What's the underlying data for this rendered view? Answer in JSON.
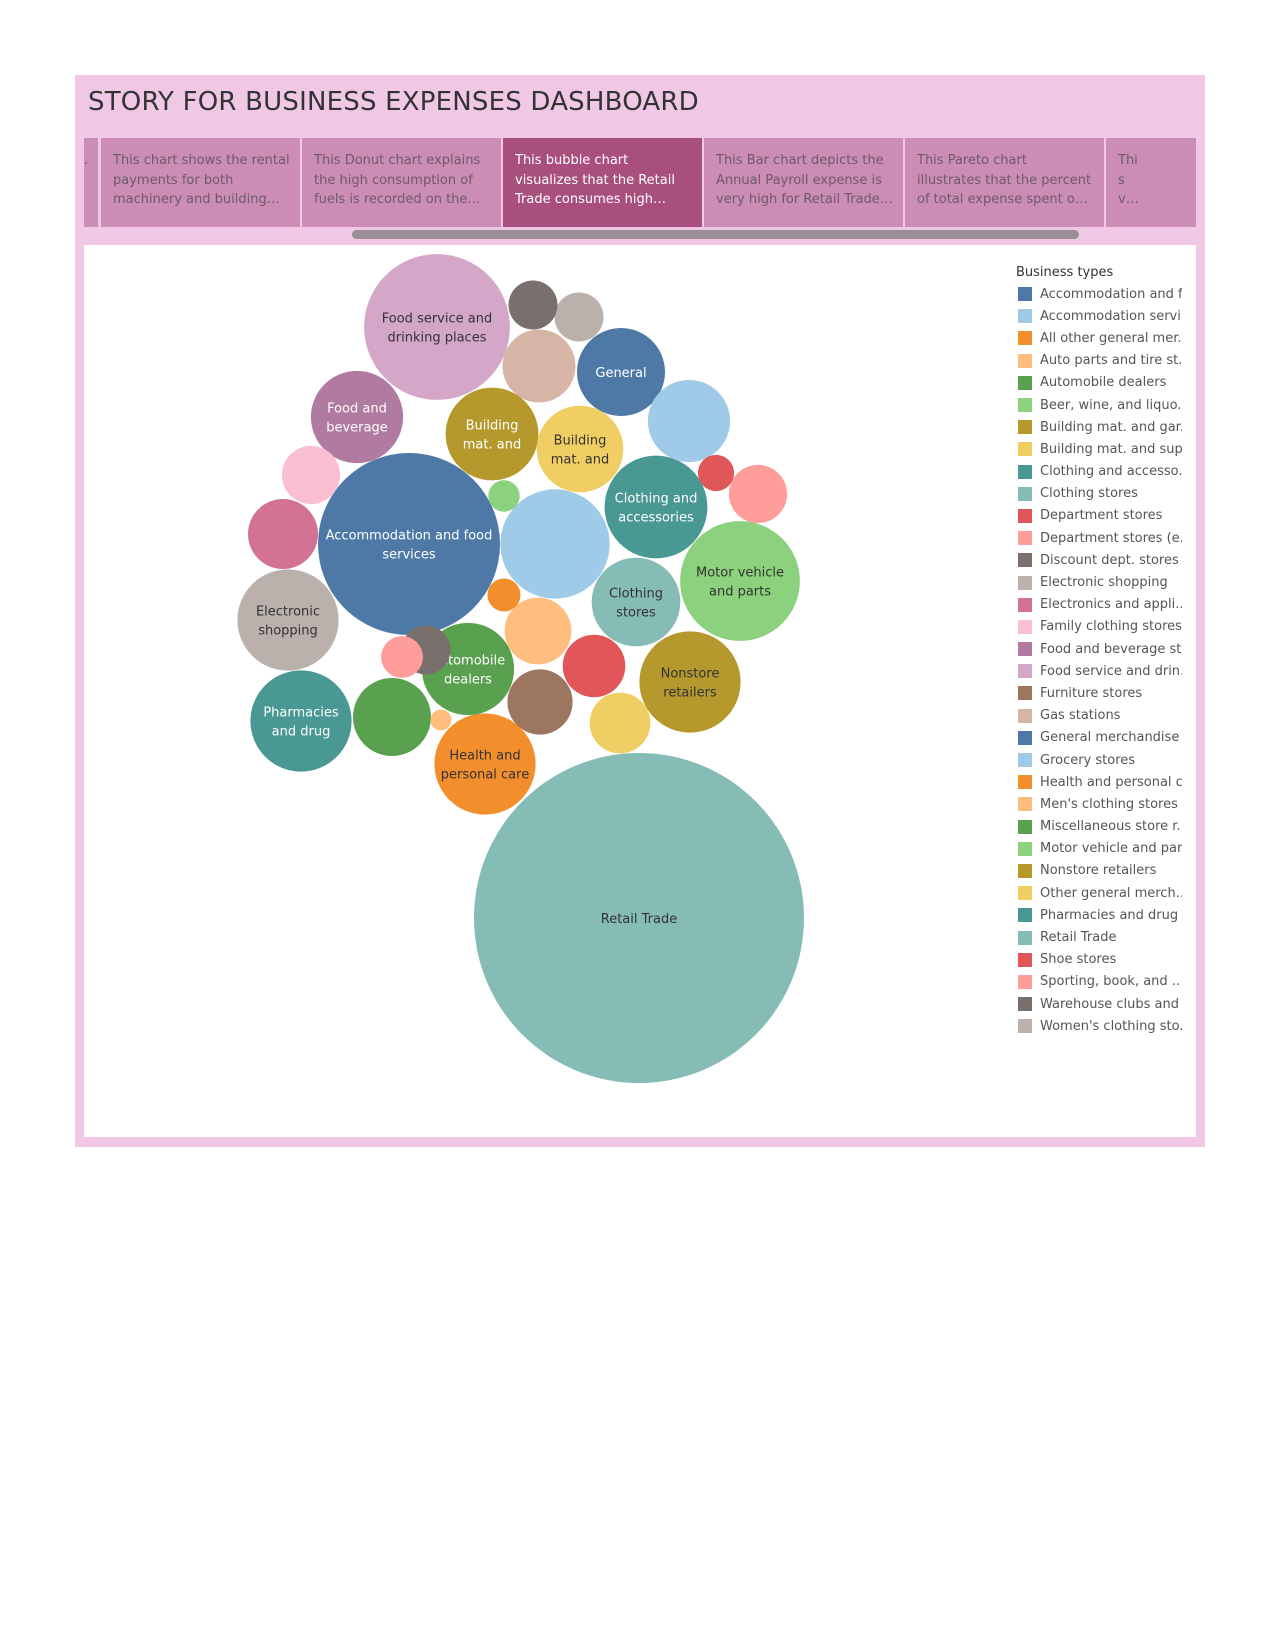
{
  "story": {
    "title": "STORY FOR BUSINESS EXPENSES DASHBOARD",
    "nav_points": [
      {
        "text": "..",
        "active": false
      },
      {
        "text": "This chart shows the rental payments for both machinery and building offices are high ..",
        "active": false
      },
      {
        "text": "This Donut chart explains the high consumption of fuels is recorded on the Accomodati..",
        "active": false
      },
      {
        "text": "This bubble chart visualizes that the Retail Trade consumes high amount for A..",
        "active": true
      },
      {
        "text": "This Bar chart depicts the Annual Payroll expense is very high for Retail Trade as ..",
        "active": false
      },
      {
        "text": "This Pareto chart illustrates that the percent of total expense spent on Taxes and ..",
        "active": false
      },
      {
        "text": "Thi s vi su..",
        "active": false
      }
    ]
  },
  "legend": {
    "title": "Business types",
    "items": [
      {
        "label": "Accommodation and f..",
        "color": "#4e79a7"
      },
      {
        "label": "Accommodation servi..",
        "color": "#a0cbe8"
      },
      {
        "label": "All other general mer..",
        "color": "#f28e2b"
      },
      {
        "label": "Auto parts and tire st..",
        "color": "#ffbe7d"
      },
      {
        "label": "Automobile dealers",
        "color": "#59a14f"
      },
      {
        "label": "Beer, wine, and liquo..",
        "color": "#8cd17d"
      },
      {
        "label": "Building mat. and gar..",
        "color": "#b6992d"
      },
      {
        "label": "Building mat. and sup..",
        "color": "#f1ce63"
      },
      {
        "label": "Clothing and accesso..",
        "color": "#499894"
      },
      {
        "label": "Clothing stores",
        "color": "#86bcb6"
      },
      {
        "label": "Department stores",
        "color": "#e15759"
      },
      {
        "label": "Department stores (e..",
        "color": "#ff9d9a"
      },
      {
        "label": "Discount dept. stores",
        "color": "#79706e"
      },
      {
        "label": "Electronic shopping",
        "color": "#bab0ac"
      },
      {
        "label": "Electronics and appli..",
        "color": "#d37295"
      },
      {
        "label": "Family clothing stores",
        "color": "#fabfd2"
      },
      {
        "label": "Food and beverage st..",
        "color": "#b07aa1"
      },
      {
        "label": "Food service and drin..",
        "color": "#d4a6c8"
      },
      {
        "label": "Furniture stores",
        "color": "#9d7660"
      },
      {
        "label": "Gas stations",
        "color": "#d7b5a6"
      },
      {
        "label": "General merchandise ..",
        "color": "#4e79a7"
      },
      {
        "label": "Grocery stores",
        "color": "#a0cbe8"
      },
      {
        "label": "Health and personal c..",
        "color": "#f28e2b"
      },
      {
        "label": "Men's clothing stores",
        "color": "#ffbe7d"
      },
      {
        "label": "Miscellaneous store r..",
        "color": "#59a14f"
      },
      {
        "label": "Motor vehicle and par..",
        "color": "#8cd17d"
      },
      {
        "label": "Nonstore retailers",
        "color": "#b6992d"
      },
      {
        "label": "Other general merch..",
        "color": "#f1ce63"
      },
      {
        "label": "Pharmacies and drug ..",
        "color": "#499894"
      },
      {
        "label": "Retail Trade",
        "color": "#86bcb6"
      },
      {
        "label": "Shoe stores",
        "color": "#e15759"
      },
      {
        "label": "Sporting, book, and ..",
        "color": "#ff9d9a"
      },
      {
        "label": "Warehouse clubs and ..",
        "color": "#79706e"
      },
      {
        "label": "Women's clothing sto..",
        "color": "#bab0ac"
      }
    ]
  },
  "chart_data": {
    "type": "bubble",
    "legend_placement": "right",
    "size_measure": "relative bubble area",
    "bubbles": [
      {
        "category": "Retail Trade",
        "label_lines": [
          "Retail Trade"
        ],
        "color": "#86bcb6",
        "label_color": "#333333",
        "value": 100
      },
      {
        "category": "Accommodation and food services",
        "label_lines": [
          "Accommodation and food",
          "services"
        ],
        "color": "#4e79a7",
        "label_color": "#ffffff",
        "value": 30.4
      },
      {
        "category": "Food service and drinking places",
        "label_lines": [
          "Food service and",
          "drinking places"
        ],
        "color": "#d4a6c8",
        "label_color": "#333333",
        "value": 19.5
      },
      {
        "category": "Motor vehicle and parts",
        "label_lines": [
          "Motor vehicle",
          "and parts"
        ],
        "color": "#8cd17d",
        "label_color": "#333333",
        "value": 13.2
      },
      {
        "category": "Grocery stores",
        "label_lines": [],
        "color": "#a0cbe8",
        "label_color": "#333333",
        "value": 11.0
      },
      {
        "category": "Clothing and accessories",
        "label_lines": [
          "Clothing and",
          "accessories"
        ],
        "color": "#499894",
        "label_color": "#ffffff",
        "value": 9.7
      },
      {
        "category": "Nonstore retailers",
        "label_lines": [
          "Nonstore",
          "retailers"
        ],
        "color": "#b6992d",
        "label_color": "#333333",
        "value": 9.4
      },
      {
        "category": "Electronic shopping",
        "label_lines": [
          "Electronic",
          "shopping"
        ],
        "color": "#bab0ac",
        "label_color": "#333333",
        "value": 9.4
      },
      {
        "category": "Health and personal care",
        "label_lines": [
          "Health and",
          "personal care"
        ],
        "color": "#f28e2b",
        "label_color": "#333333",
        "value": 9.4
      },
      {
        "category": "Pharmacies and drug stores",
        "label_lines": [
          "Pharmacies",
          "and drug"
        ],
        "color": "#499894",
        "label_color": "#ffffff",
        "value": 9.4
      },
      {
        "category": "Building mat. and garden",
        "label_lines": [
          "Building",
          "mat. and"
        ],
        "color": "#b6992d",
        "label_color": "#ffffff",
        "value": 7.9
      },
      {
        "category": "Clothing stores",
        "label_lines": [
          "Clothing",
          "stores"
        ],
        "color": "#86bcb6",
        "label_color": "#333333",
        "value": 7.2
      },
      {
        "category": "Building mat. and supplies",
        "label_lines": [
          "Building",
          "mat. and"
        ],
        "color": "#f1ce63",
        "label_color": "#333333",
        "value": 6.9
      },
      {
        "category": "General merchandise",
        "label_lines": [
          "General"
        ],
        "color": "#4e79a7",
        "label_color": "#ffffff",
        "value": 7.1
      },
      {
        "category": "Accommodation services",
        "label_lines": [],
        "color": "#a0cbe8",
        "label_color": "#333333",
        "value": 6.2
      },
      {
        "category": "Food and beverage stores",
        "label_lines": [
          "Food and",
          "beverage"
        ],
        "color": "#b07aa1",
        "label_color": "#ffffff",
        "value": 7.8
      },
      {
        "category": "Automobile dealers",
        "label_lines": [
          "Automobile",
          "dealers"
        ],
        "color": "#59a14f",
        "label_color": "#ffffff",
        "value": 7.8
      },
      {
        "category": "Miscellaneous store retailers",
        "label_lines": [],
        "color": "#59a14f",
        "label_color": "#333333",
        "value": 5.6
      },
      {
        "category": "Gas stations",
        "label_lines": [],
        "color": "#d7b5a6",
        "label_color": "#333333",
        "value": 4.9
      },
      {
        "category": "Electronics and appliance stores",
        "label_lines": [],
        "color": "#d37295",
        "label_color": "#333333",
        "value": 4.5
      },
      {
        "category": "Men's clothing stores",
        "label_lines": [],
        "color": "#ffbe7d",
        "label_color": "#333333",
        "value": 4.1
      },
      {
        "category": "Furniture stores",
        "label_lines": [],
        "color": "#9d7660",
        "label_color": "#333333",
        "value": 3.9
      },
      {
        "category": "Department stores",
        "label_lines": [],
        "color": "#e15759",
        "label_color": "#333333",
        "value": 3.6
      },
      {
        "category": "Sporting, book, and music stores",
        "label_lines": [],
        "color": "#ff9d9a",
        "label_color": "#333333",
        "value": 3.1
      },
      {
        "category": "Other general merchandise stores",
        "label_lines": [],
        "color": "#f1ce63",
        "label_color": "#333333",
        "value": 3.4
      },
      {
        "category": "Family clothing stores",
        "label_lines": [],
        "color": "#fabfd2",
        "label_color": "#333333",
        "value": 3.1
      },
      {
        "category": "Women's clothing stores",
        "label_lines": [],
        "color": "#bab0ac",
        "label_color": "#333333",
        "value": 2.2
      },
      {
        "category": "Discount dept. stores",
        "label_lines": [],
        "color": "#79706e",
        "label_color": "#333333",
        "value": 2.2
      },
      {
        "category": "Warehouse clubs and supercenters",
        "label_lines": [],
        "color": "#79706e",
        "label_color": "#333333",
        "value": 2.2
      },
      {
        "category": "Department stores (excl. discount)",
        "label_lines": [],
        "color": "#ff9d9a",
        "label_color": "#333333",
        "value": 1.6
      },
      {
        "category": "Shoe stores",
        "label_lines": [],
        "color": "#e15759",
        "label_color": "#333333",
        "value": 1.2
      },
      {
        "category": "All other general merchandise",
        "label_lines": [],
        "color": "#f28e2b",
        "label_color": "#333333",
        "value": 1.0
      },
      {
        "category": "Beer, wine, and liquor stores",
        "label_lines": [],
        "color": "#8cd17d",
        "label_color": "#333333",
        "value": 0.9
      },
      {
        "category": "Auto parts and tire stores",
        "label_lines": [],
        "color": "#ffbe7d",
        "label_color": "#333333",
        "value": 0.4
      }
    ]
  }
}
